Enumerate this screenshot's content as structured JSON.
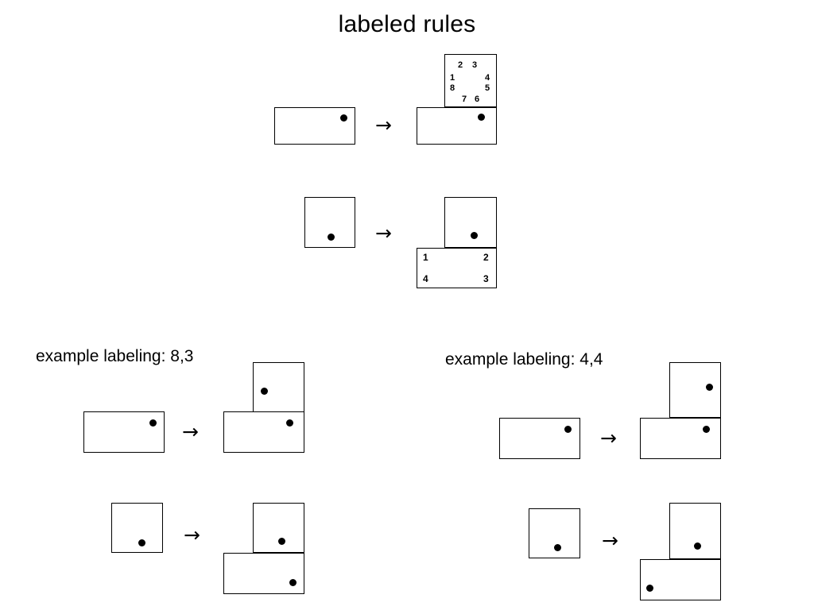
{
  "page": {
    "title": "labeled rules",
    "background_color": "#ffffff",
    "ink_color": "#000000"
  },
  "arrow_glyph": "→",
  "rules": [
    {
      "id": "rule-1",
      "name": "rule-1-edge-labeled",
      "arrow": "→",
      "lhs": {
        "shape": "rectangle",
        "dot_position": "top-right"
      },
      "rhs": {
        "shapes": [
          "rectangle-base",
          "square-top-right"
        ],
        "dot_position": "top-right-of-base",
        "labels": {
          "kind": "perimeter-8",
          "top": [
            "2",
            "3"
          ],
          "left": [
            "1",
            "8"
          ],
          "right": [
            "4",
            "5"
          ],
          "bottom": [
            "7",
            "6"
          ],
          "all": [
            "1",
            "2",
            "3",
            "4",
            "5",
            "6",
            "7",
            "8"
          ]
        }
      }
    },
    {
      "id": "rule-2",
      "name": "rule-2-corner-labeled",
      "arrow": "→",
      "lhs": {
        "shape": "square",
        "dot_position": "bottom-center"
      },
      "rhs": {
        "shapes": [
          "square-top-right",
          "rectangle-base"
        ],
        "dot_position": "bottom-right-of-square",
        "labels": {
          "kind": "corner-4",
          "top_left": "1",
          "top_right": "2",
          "bottom_right": "3",
          "bottom_left": "4",
          "all": [
            "1",
            "2",
            "3",
            "4"
          ]
        }
      }
    }
  ],
  "examples": [
    {
      "id": "example-left",
      "caption": "example labeling: 8,3",
      "labeling": "8,3",
      "rules": [
        {
          "id": "example-left-rule-1",
          "arrow": "→",
          "lhs": {
            "shape": "rectangle",
            "dot_position": "top-right"
          },
          "rhs": {
            "shapes": [
              "rectangle-base",
              "square-top-right"
            ],
            "dots": [
              "square-left-center",
              "base-right"
            ]
          }
        },
        {
          "id": "example-left-rule-2",
          "arrow": "→",
          "lhs": {
            "shape": "square",
            "dot_position": "bottom-center"
          },
          "rhs": {
            "shapes": [
              "square-top-right",
              "rectangle-base-left"
            ],
            "dots": [
              "square-right-lower",
              "base-bottom-right"
            ]
          }
        }
      ]
    },
    {
      "id": "example-right",
      "caption": "example labeling: 4,4",
      "labeling": "4,4",
      "rules": [
        {
          "id": "example-right-rule-1",
          "arrow": "→",
          "lhs": {
            "shape": "rectangle",
            "dot_position": "top-right"
          },
          "rhs": {
            "shapes": [
              "rectangle-base",
              "square-top-right"
            ],
            "dots": [
              "square-right-center",
              "base-right"
            ]
          }
        },
        {
          "id": "example-right-rule-2",
          "arrow": "→",
          "lhs": {
            "shape": "square",
            "dot_position": "bottom-center"
          },
          "rhs": {
            "shapes": [
              "square-top-right",
              "rectangle-base-left"
            ],
            "dots": [
              "square-right-lower",
              "base-bottom-left"
            ]
          }
        }
      ]
    }
  ]
}
